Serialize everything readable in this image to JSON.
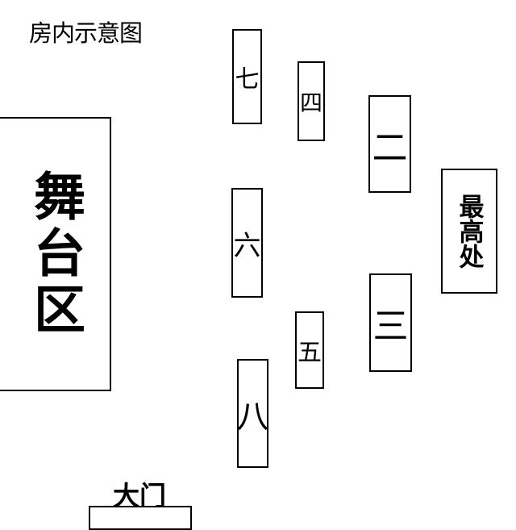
{
  "title": "房内示意图",
  "stage": "舞台区",
  "highest": "最高处",
  "door": "大门",
  "seats": {
    "seven": "七",
    "four": "四",
    "two": "二",
    "six": "六",
    "three": "三",
    "five": "五",
    "eight": "八"
  }
}
